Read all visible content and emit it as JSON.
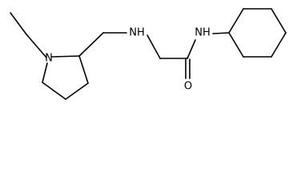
{
  "molecule": {
    "atom_labels": {
      "pyrrolidine_n": "N",
      "amine_nh": "NH",
      "amide_nh": "NH",
      "carbonyl_o": "O"
    },
    "bond_color": "#000000",
    "background_color": "#ffffff"
  }
}
